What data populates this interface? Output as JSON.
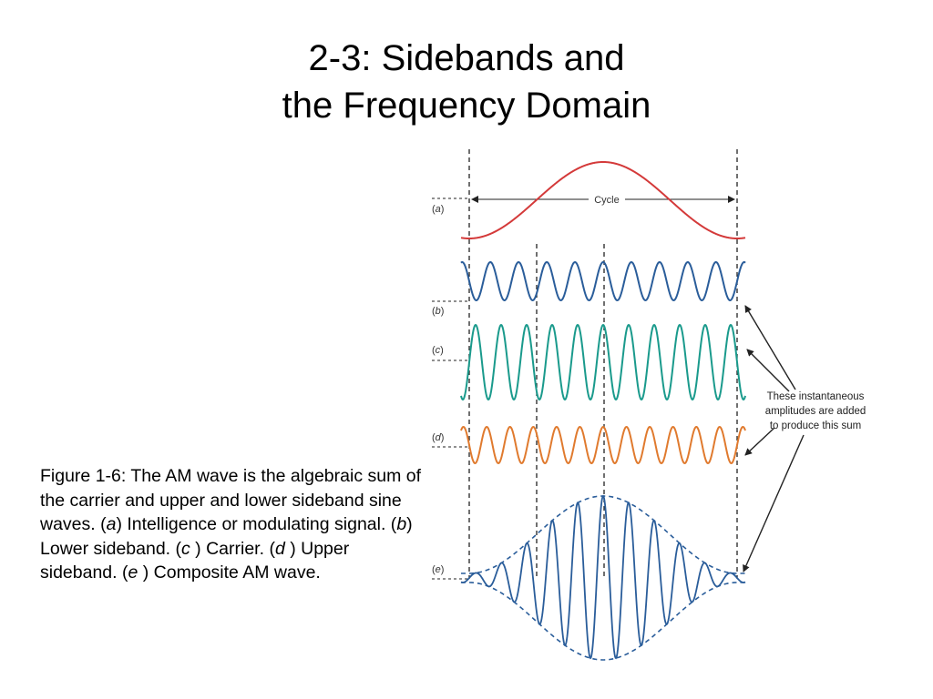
{
  "slide": {
    "title_line1": "2-3: Sidebands and",
    "title_line2": "the Frequency Domain"
  },
  "caption": {
    "s1": "Figure 1-6: The AM wave is the algebraic sum of the carrier and upper and lower sideband sine waves. (",
    "a": "a",
    "s2": ") Intelligence or modulating signal. (",
    "b": "b",
    "s3": ") Lower sideband. (",
    "c": "c",
    "s4": " ) Carrier. (",
    "d": "d",
    "s5": " ) Upper sideband. (",
    "e": "e",
    "s6": " ) Composite AM wave."
  },
  "figure": {
    "cycle_label": "Cycle",
    "row_labels": {
      "a": "a",
      "b": "b",
      "c": "c",
      "d": "d",
      "e": "e"
    },
    "note_line1": "These instantaneous",
    "note_line2": "amplitudes are added",
    "note_line3": "to produce this sum",
    "colors": {
      "intelligence": "#d43a3a",
      "lower_sideband": "#2a5d9a",
      "carrier": "#1a9a8c",
      "upper_sideband": "#e07a2e",
      "composite": "#2a5d9a",
      "arrow": "#222222"
    }
  }
}
